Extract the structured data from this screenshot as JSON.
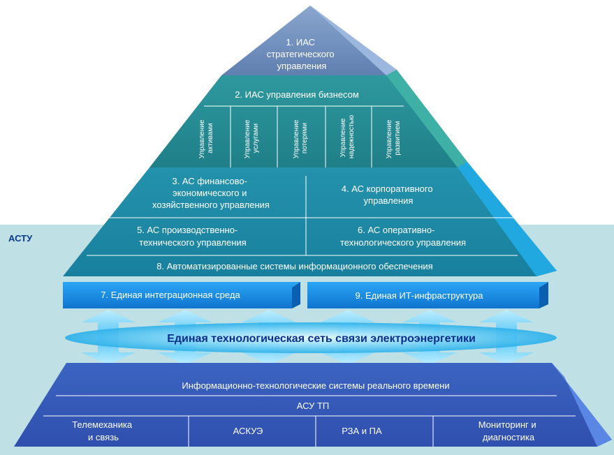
{
  "zone_label": "АСТУ",
  "top_pyramid": {
    "level1": [
      "1. ИАС",
      "стратегического",
      "управления"
    ],
    "level2": "2. ИАС управления бизнесом",
    "level2_columns": [
      [
        "Управление",
        "активами"
      ],
      [
        "Управление",
        "услугами"
      ],
      [
        "Управление",
        "потерями"
      ],
      [
        "Управление",
        "надежностью"
      ],
      [
        "Управление",
        "развитием"
      ]
    ],
    "level3": [
      "3. АС финансово-",
      "экономического и",
      "хозяйственного управления"
    ],
    "level4": [
      "4. АС корпоративного",
      "управления"
    ],
    "level5": [
      "5. АС производственно-",
      "технического управления"
    ],
    "level6": [
      "6. АС оперативно-",
      "технологического управления"
    ],
    "level8": "8. Автоматизированные системы информационного обеспечения"
  },
  "integration_block": "7. Единая интеграционная среда",
  "infrastructure_block": "9. Единая ИТ-инфраструктура",
  "network_label": "Единая технологическая сеть связи электроэнергетики",
  "bottom_pyramid": {
    "row1": "Информационно-технологические системы реального времени",
    "row2": "АСУ ТП",
    "cells": [
      [
        "Телемеханика",
        "и связь"
      ],
      [
        "АСКУЭ"
      ],
      [
        "РЗА  и ПА"
      ],
      [
        "Мониторинг и",
        "диагностика"
      ]
    ]
  },
  "colors": {
    "zone_bg": "#bfe0e4",
    "apex": "#6f8fbf",
    "teal_dark": "#2a8c94",
    "teal_mid": "#1c8aa8",
    "blue_bright": "#1a8ce0",
    "bottom_blue": "#3356b4"
  }
}
